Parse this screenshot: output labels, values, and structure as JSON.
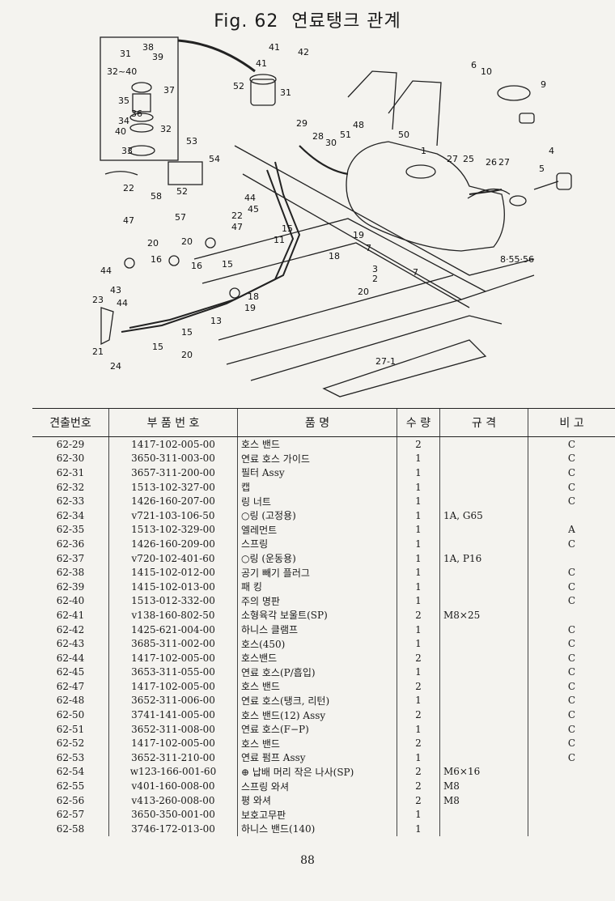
{
  "title": {
    "fig": "Fig. 62",
    "name": "연료탱크 관계"
  },
  "diagram_labels": [
    "31",
    "38",
    "39",
    "32~40",
    "37",
    "35",
    "36",
    "34",
    "32",
    "40",
    "33",
    "41",
    "42",
    "41",
    "52",
    "31",
    "53",
    "54",
    "52",
    "22",
    "47",
    "58",
    "57",
    "29",
    "28",
    "30",
    "51",
    "48",
    "50",
    "1",
    "27",
    "25",
    "26",
    "27",
    "6",
    "10",
    "9",
    "4",
    "5",
    "44",
    "45",
    "22",
    "47",
    "15",
    "11",
    "19",
    "7",
    "18",
    "20",
    "16",
    "16",
    "15",
    "44",
    "43",
    "23",
    "44",
    "3",
    "2",
    "20",
    "7",
    "8·55·56",
    "18",
    "19",
    "13",
    "15",
    "15",
    "21",
    "24",
    "20",
    "27-1"
  ],
  "table": {
    "headers": [
      "견출번호",
      "부 품 번 호",
      "품 명",
      "수 량",
      "규 격",
      "비 고"
    ],
    "rows": [
      {
        "no": "62-29",
        "pn": "1417-102-005-00",
        "name": "호스 밴드",
        "qty": "2",
        "spec": "",
        "rem": "C"
      },
      {
        "no": "62-30",
        "pn": "3650-311-003-00",
        "name": "연료 호스 가이드",
        "qty": "1",
        "spec": "",
        "rem": "C"
      },
      {
        "no": "62-31",
        "pn": "3657-311-200-00",
        "name": "필터 Assy",
        "qty": "1",
        "spec": "",
        "rem": "C"
      },
      {
        "no": "62-32",
        "pn": "1513-102-327-00",
        "name": "캡",
        "qty": "1",
        "spec": "",
        "rem": "C"
      },
      {
        "no": "62-33",
        "pn": "1426-160-207-00",
        "name": "링 너트",
        "qty": "1",
        "spec": "",
        "rem": "C"
      },
      {
        "no": "62-34",
        "pn": "v721-103-106-50",
        "name": "○링 (고정용)",
        "qty": "1",
        "spec": "1A, G65",
        "rem": ""
      },
      {
        "no": "62-35",
        "pn": "1513-102-329-00",
        "name": "엘레먼트",
        "qty": "1",
        "spec": "",
        "rem": "A"
      },
      {
        "no": "62-36",
        "pn": "1426-160-209-00",
        "name": "스프링",
        "qty": "1",
        "spec": "",
        "rem": "C"
      },
      {
        "no": "62-37",
        "pn": "v720-102-401-60",
        "name": "○링 (운동용)",
        "qty": "1",
        "spec": "1A, P16",
        "rem": ""
      },
      {
        "no": "62-38",
        "pn": "1415-102-012-00",
        "name": "공기 빼기 플러그",
        "qty": "1",
        "spec": "",
        "rem": "C"
      },
      {
        "no": "62-39",
        "pn": "1415-102-013-00",
        "name": "패 킹",
        "qty": "1",
        "spec": "",
        "rem": "C"
      },
      {
        "no": "62-40",
        "pn": "1513-012-332-00",
        "name": "주의 명판",
        "qty": "1",
        "spec": "",
        "rem": "C"
      },
      {
        "no": "62-41",
        "pn": "v138-160-802-50",
        "name": "소형육각 보울트(SP)",
        "qty": "2",
        "spec": "M8×25",
        "rem": ""
      },
      {
        "no": "62-42",
        "pn": "1425-621-004-00",
        "name": "하니스 클램프",
        "qty": "1",
        "spec": "",
        "rem": "C"
      },
      {
        "no": "62-43",
        "pn": "3685-311-002-00",
        "name": "호스(450)",
        "qty": "1",
        "spec": "",
        "rem": "C"
      },
      {
        "no": "62-44",
        "pn": "1417-102-005-00",
        "name": "호스밴드",
        "qty": "2",
        "spec": "",
        "rem": "C"
      },
      {
        "no": "62-45",
        "pn": "3653-311-055-00",
        "name": "연료 호스(P/흡입)",
        "qty": "1",
        "spec": "",
        "rem": "C"
      },
      {
        "no": "62-47",
        "pn": "1417-102-005-00",
        "name": "호스 밴드",
        "qty": "2",
        "spec": "",
        "rem": "C"
      },
      {
        "no": "62-48",
        "pn": "3652-311-006-00",
        "name": "연료 호스(탱크, 리턴)",
        "qty": "1",
        "spec": "",
        "rem": "C"
      },
      {
        "no": "62-50",
        "pn": "3741-141-005-00",
        "name": "호스 밴드(12) Assy",
        "qty": "2",
        "spec": "",
        "rem": "C"
      },
      {
        "no": "62-51",
        "pn": "3652-311-008-00",
        "name": "연료 호스(F−P)",
        "qty": "1",
        "spec": "",
        "rem": "C"
      },
      {
        "no": "62-52",
        "pn": "1417-102-005-00",
        "name": "호스 밴드",
        "qty": "2",
        "spec": "",
        "rem": "C"
      },
      {
        "no": "62-53",
        "pn": "3652-311-210-00",
        "name": "연료 펌프 Assy",
        "qty": "1",
        "spec": "",
        "rem": "C"
      },
      {
        "no": "62-54",
        "pn": "w123-166-001-60",
        "name": "⊕ 납배 머리 작은 나사(SP)",
        "qty": "2",
        "spec": "M6×16",
        "rem": ""
      },
      {
        "no": "62-55",
        "pn": "v401-160-008-00",
        "name": "스프링 와셔",
        "qty": "2",
        "spec": "M8",
        "rem": ""
      },
      {
        "no": "62-56",
        "pn": "v413-260-008-00",
        "name": "평 와셔",
        "qty": "2",
        "spec": "M8",
        "rem": ""
      },
      {
        "no": "62-57",
        "pn": "3650-350-001-00",
        "name": "보호고무판",
        "qty": "1",
        "spec": "",
        "rem": ""
      },
      {
        "no": "62-58",
        "pn": "3746-172-013-00",
        "name": "하니스 밴드(140)",
        "qty": "1",
        "spec": "",
        "rem": ""
      }
    ]
  },
  "page_number": "88"
}
